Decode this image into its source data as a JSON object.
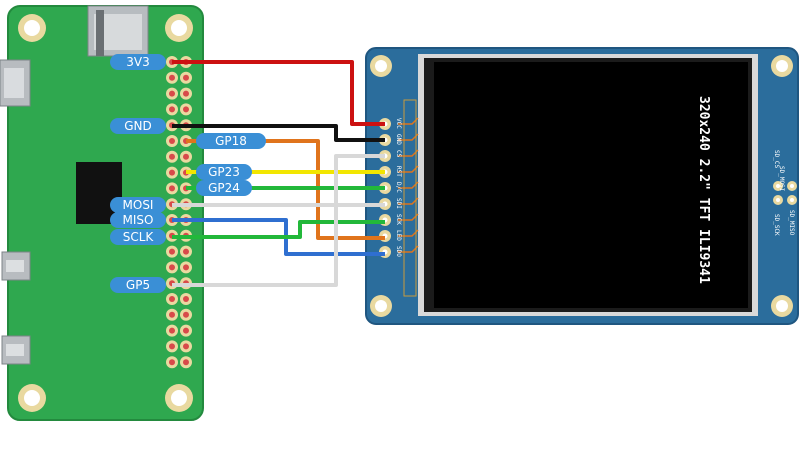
{
  "board_labels": {
    "v3": "3V3",
    "gnd": "GND",
    "gp18": "GP18",
    "gp23": "GP23",
    "gp24": "GP24",
    "mosi": "MOSI",
    "miso": "MISO",
    "sclk": "SCLK",
    "gp5": "GP5"
  },
  "tft": {
    "title": "320x240 2.2\" TFT ILI9341",
    "pins": [
      "VCC",
      "GND",
      "CS",
      "RST",
      "D/C",
      "SDI",
      "SCK",
      "LED",
      "SDO"
    ],
    "sd_pins": [
      "SD_CS",
      "SD_MOSI",
      "SD_MISO",
      "SD_SCK"
    ]
  },
  "colors": {
    "board_green": "#2fa84f",
    "tft_blue": "#2b6d9c",
    "label_blue": "#3a8fd6",
    "wire_red": "#cc1111",
    "wire_black": "#111111",
    "wire_orange": "#e0741c",
    "wire_yellow": "#f2e600",
    "wire_green": "#22b83a",
    "wire_white": "#d8d8d8",
    "wire_blue": "#2f6fd0"
  }
}
